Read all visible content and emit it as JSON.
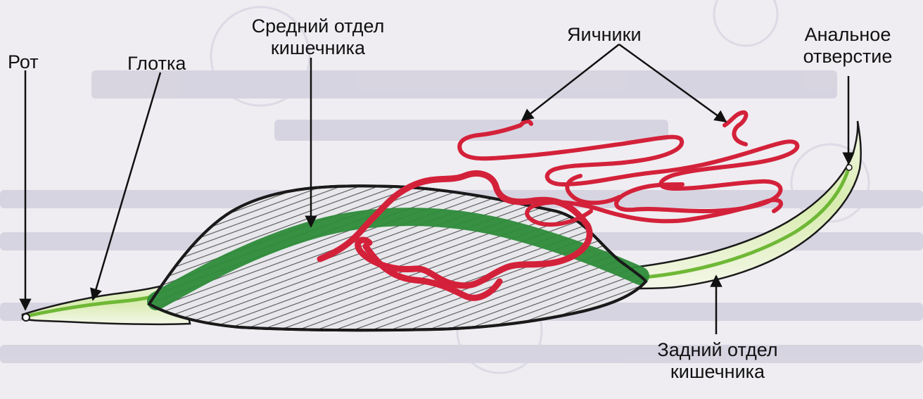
{
  "labels": {
    "mouth": "Рот",
    "pharynx": "Глотка",
    "midgut_line1": "Средний отдел",
    "midgut_line2": "кишечника",
    "ovaries": "Яичники",
    "anus_line1": "Анальное",
    "anus_line2": "отверстие",
    "hindgut_line1": "Задний отдел",
    "hindgut_line2": "кишечника"
  },
  "colors": {
    "paper": "#efedf1",
    "outline": "#1a1a1a",
    "body_fill": "#cfd0d6",
    "intestine": "#2e8b3a",
    "ovary_red": "#d4213a",
    "tail_green": "#7cbf3a"
  }
}
